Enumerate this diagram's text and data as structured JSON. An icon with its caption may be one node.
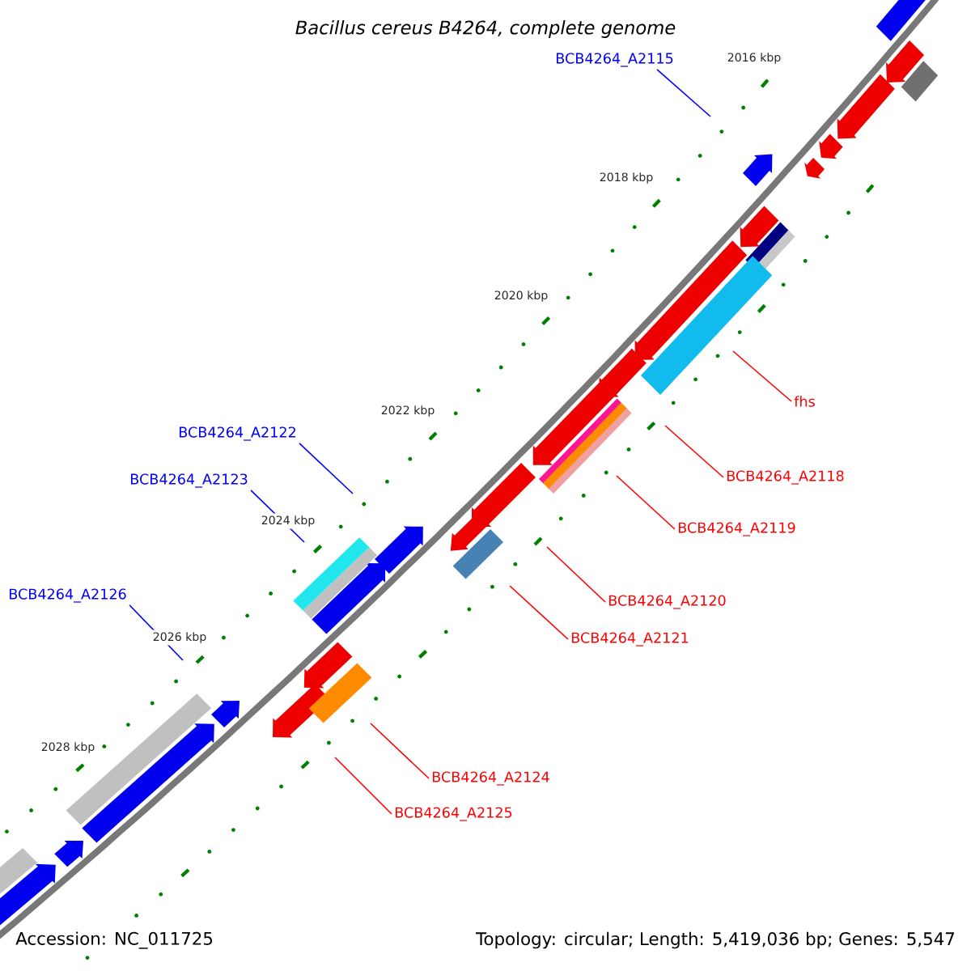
{
  "diagram": {
    "title": "Bacillus cereus B4264, complete genome",
    "nodes": [
      {
        "text": [
          "BCB4264_A2115"
        ]
      },
      {
        "text": [
          "fhs"
        ]
      },
      {
        "text": [
          "BCB4264_A2122"
        ]
      },
      {
        "text": [
          "BCB4264_A2118"
        ]
      },
      {
        "text": [
          "BCB4264_A2123"
        ]
      },
      {
        "text": [
          "BCB4264_A2119"
        ]
      },
      {
        "text": [
          "BCB4264_A2126"
        ]
      },
      {
        "text": [
          "BCB4264_A2120"
        ]
      },
      {
        "text": [
          "BCB4264_A2121"
        ]
      },
      {
        "text": [
          "BCB4264_A2124"
        ]
      },
      {
        "text": [
          "BCB4264_A2125"
        ]
      }
    ],
    "edges": [
      {
        "from": 0,
        "to": null,
        "arrow": "none",
        "color": "#0000ff"
      },
      {
        "from": 1,
        "to": null,
        "arrow": "none"
      },
      {
        "from": 2,
        "to": null,
        "arrow": "none",
        "color": "#0000ff"
      },
      {
        "from": 3,
        "to": null,
        "arrow": "none"
      },
      {
        "from": 4,
        "to": null,
        "arrow": "none",
        "color": "#0000ff"
      },
      {
        "from": 5,
        "to": null,
        "arrow": "none"
      },
      {
        "from": 6,
        "to": null,
        "arrow": "none",
        "color": "#0000ff"
      },
      {
        "from": 7,
        "to": null,
        "arrow": "none"
      },
      {
        "from": 8,
        "to": null,
        "arrow": "none"
      },
      {
        "from": 9,
        "to": null,
        "arrow": "none"
      },
      {
        "from": 10,
        "to": null,
        "arrow": "none"
      }
    ],
    "labels": [
      "2016 kbp",
      "2018 kbp",
      "2020 kbp",
      "2022 kbp",
      "2024 kbp",
      "2026 kbp",
      "2028 kbp",
      "Accession: NC_011725",
      "Topology: circular; Length: 5,419,036 bp; Genes: 5,547"
    ]
  }
}
